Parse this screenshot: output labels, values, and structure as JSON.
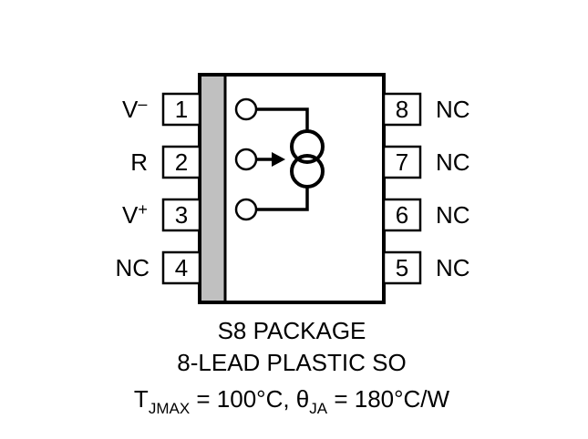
{
  "pins_left": [
    {
      "number": "1",
      "label": "V",
      "sup": "–"
    },
    {
      "number": "2",
      "label": "R",
      "sup": ""
    },
    {
      "number": "3",
      "label": "V",
      "sup": "+"
    },
    {
      "number": "4",
      "label": "NC",
      "sup": ""
    }
  ],
  "pins_right": [
    {
      "number": "8",
      "label": "NC"
    },
    {
      "number": "7",
      "label": "NC"
    },
    {
      "number": "6",
      "label": "NC"
    },
    {
      "number": "5",
      "label": "NC"
    }
  ],
  "caption": {
    "line1": "S8 PACKAGE",
    "line2": "8-LEAD PLASTIC SO"
  },
  "thermal": {
    "t_main": "T",
    "t_sub": "JMAX",
    "t_value": " = 100°C, ",
    "theta_main": "θ",
    "theta_sub": "JA",
    "theta_value": " = 180°C/W"
  },
  "colors": {
    "outline": "#000000",
    "stripe": "#c0c0c0",
    "background": "#ffffff"
  }
}
